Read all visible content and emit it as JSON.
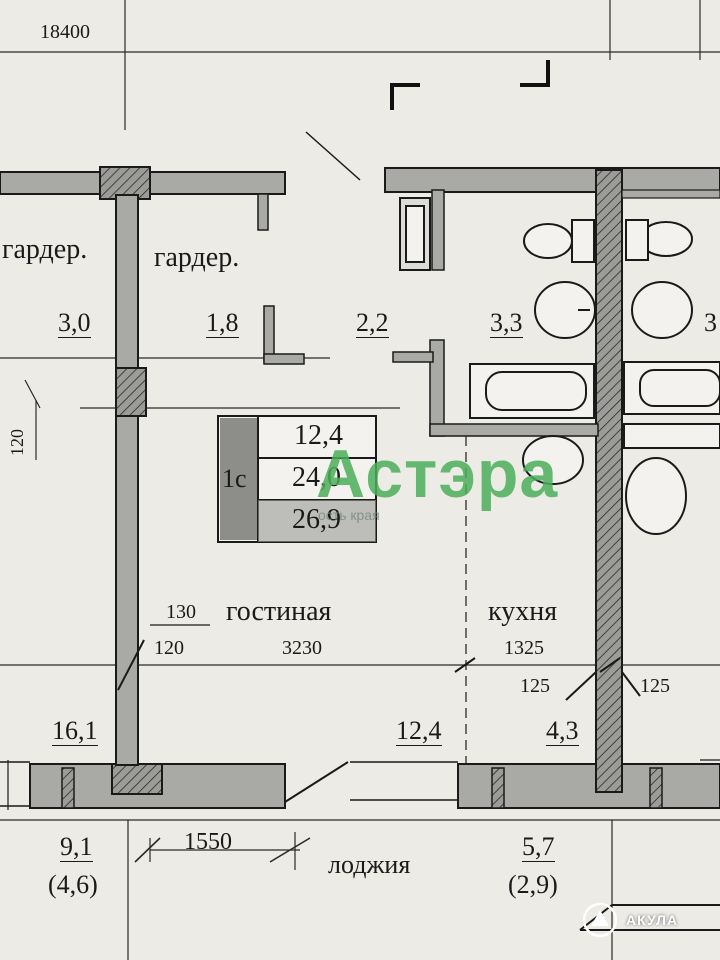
{
  "dimension_top": "18400",
  "rooms": {
    "wardrobe_left": "гардер.",
    "wardrobe_right": "гардер.",
    "living": "гостиная",
    "kitchen": "кухня",
    "loggia": "лоджия"
  },
  "areas": {
    "wardrobe_left": "3,0",
    "wardrobe_right": "1,8",
    "hall": "2,2",
    "bathroom": "3,3",
    "bathroom_right_partial": "3",
    "left_room": "16,1",
    "living": "12,4",
    "kitchen": "4,3",
    "loggia_left": "9,1",
    "loggia_left_reduced": "(4,6)",
    "loggia_right": "5,7",
    "loggia_right_reduced": "(2,9)"
  },
  "apartment_box": {
    "type": "1с",
    "living_area": "12,4",
    "total_area": "24,0",
    "total_with_loggia": "26,9"
  },
  "dimensions": {
    "left_vertical": "120",
    "wall_130": "130",
    "wall_120": "120",
    "living_width": "3230",
    "kitchen_width": "1325",
    "wall_125_left": "125",
    "wall_125_right": "125",
    "loggia_width": "1550"
  },
  "watermarks": {
    "main": "Астэра",
    "tagline": "ость края",
    "corner_logo": "АКУЛА"
  },
  "colors": {
    "paper": "#ecebe6",
    "wall_fill": "#a9a9a6",
    "line": "#1a1a1a",
    "watermark_green": "#4cae5a"
  }
}
